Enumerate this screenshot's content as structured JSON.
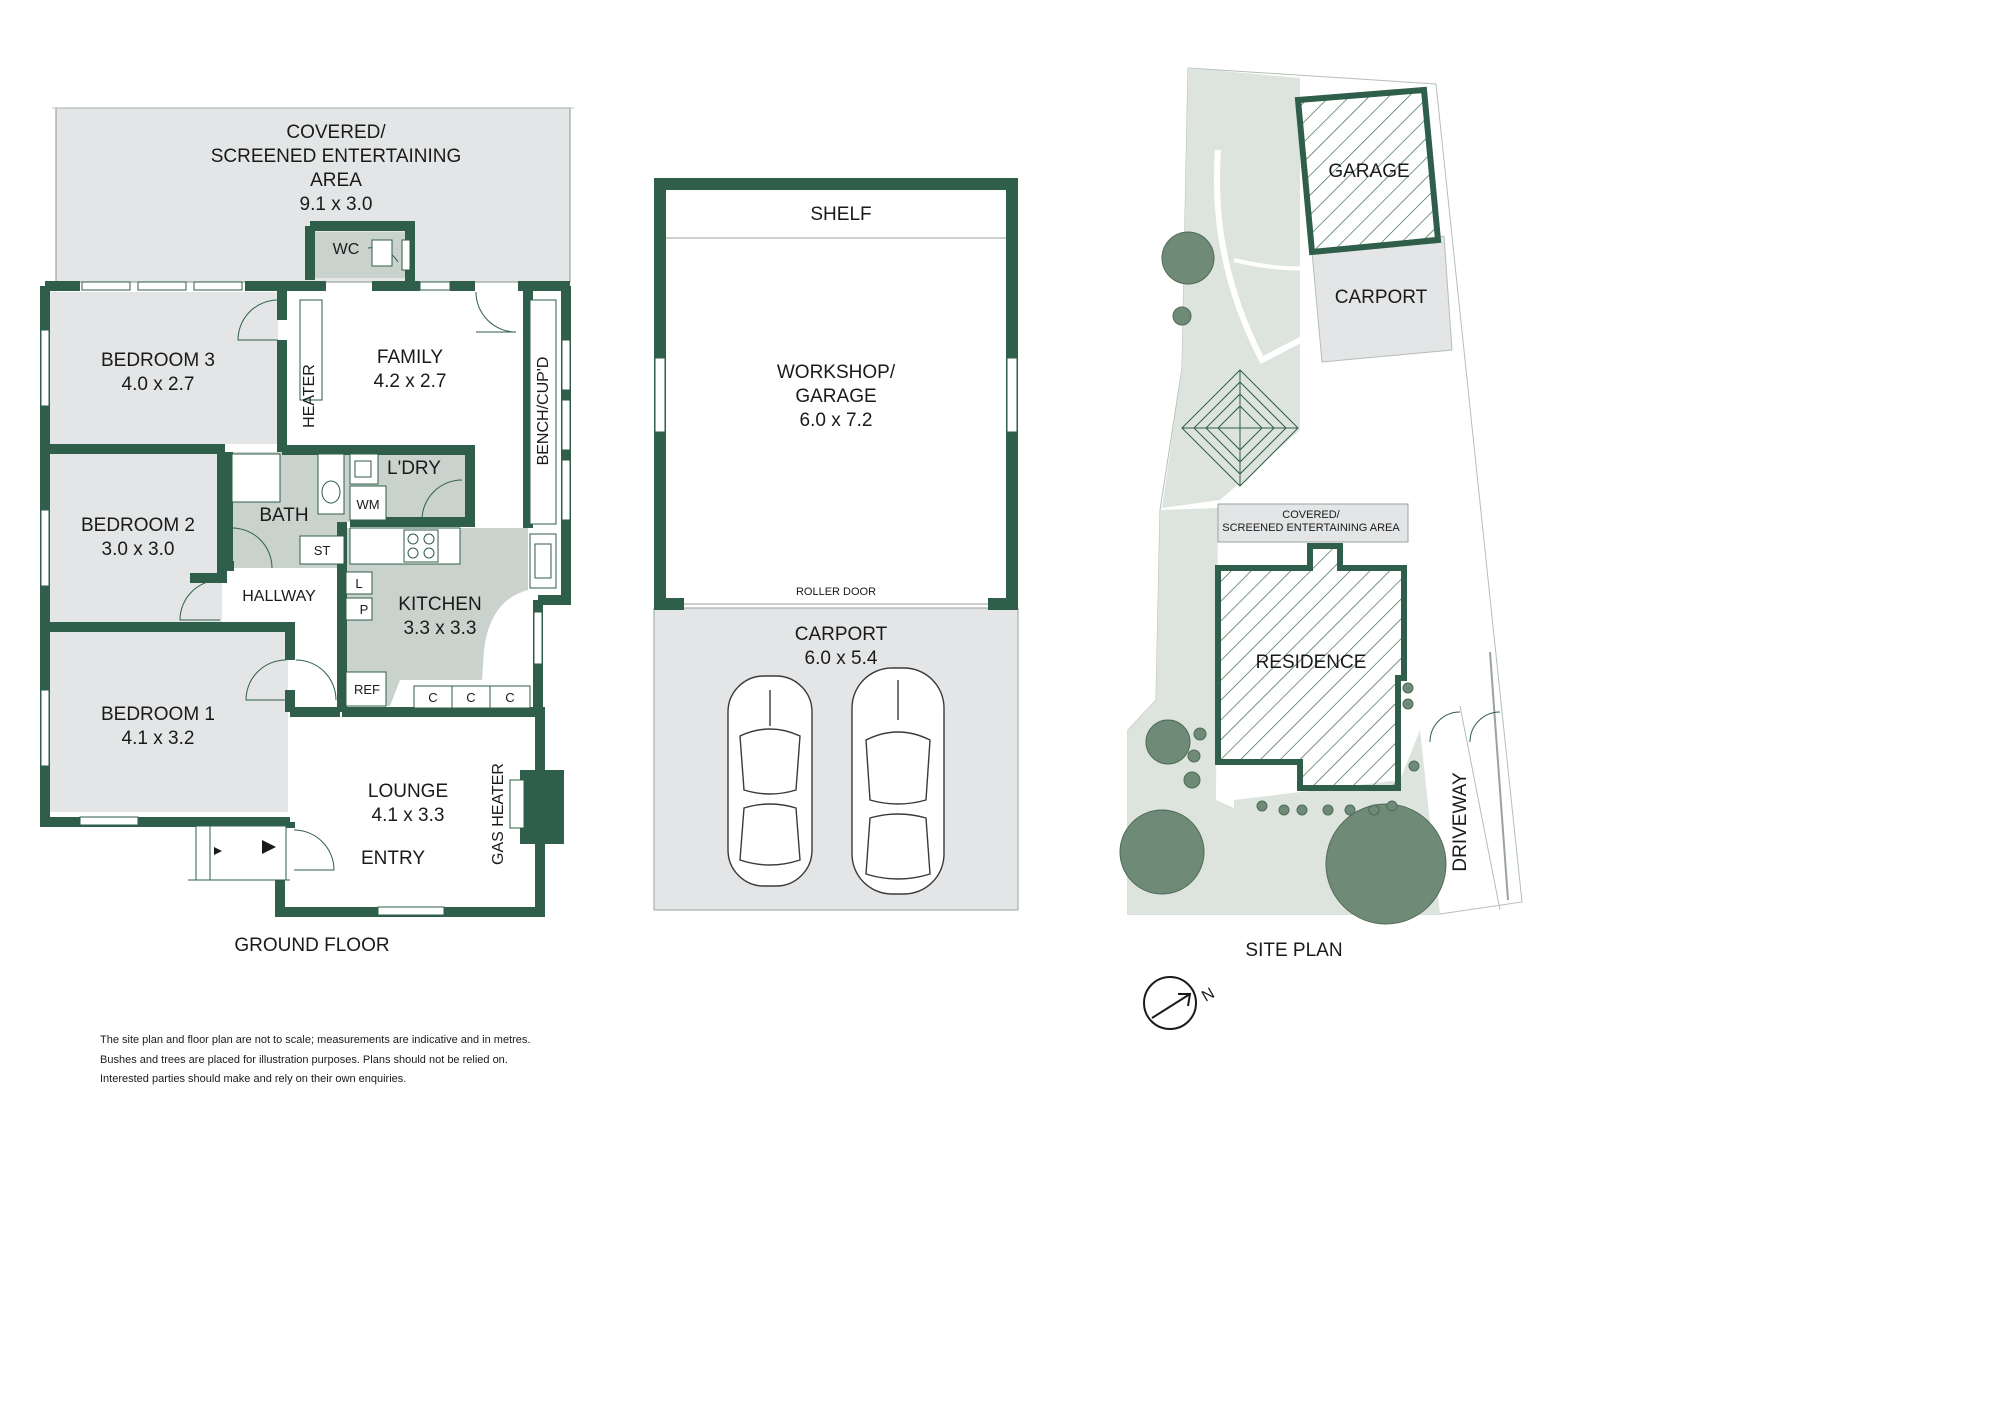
{
  "ground_floor": {
    "title": "GROUND FLOOR",
    "entertaining": {
      "l1": "COVERED/",
      "l2": "SCREENED ENTERTAINING",
      "l3": "AREA",
      "dims": "9.1 x 3.0"
    },
    "wc": "WC",
    "bedroom3": {
      "name": "BEDROOM 3",
      "dims": "4.0 x 2.7"
    },
    "family": {
      "name": "FAMILY",
      "dims": "4.2 x 2.7"
    },
    "heater": "HEATER",
    "bench": "BENCH/CUP'D",
    "bedroom2": {
      "name": "BEDROOM 2",
      "dims": "3.0 x 3.0"
    },
    "bath": "BATH",
    "laundry": "L'DRY",
    "wm": "WM",
    "st": "ST",
    "hallway": "HALLWAY",
    "l": "L",
    "p": "P",
    "kitchen": {
      "name": "KITCHEN",
      "dims": "3.3 x 3.3"
    },
    "ref": "REF",
    "cupboards": [
      "C",
      "C",
      "C"
    ],
    "bedroom1": {
      "name": "BEDROOM 1",
      "dims": "4.1 x 3.2"
    },
    "lounge": {
      "name": "LOUNGE",
      "dims": "4.1 x 3.3"
    },
    "entry": "ENTRY",
    "gas_heater": "GAS HEATER"
  },
  "outbuilding": {
    "shelf": "SHELF",
    "workshop": {
      "l1": "WORKSHOP/",
      "l2": "GARAGE",
      "dims": "6.0 x 7.2"
    },
    "roller_door": "ROLLER DOOR",
    "carport": {
      "name": "CARPORT",
      "dims": "6.0 x 5.4"
    }
  },
  "site_plan": {
    "title": "SITE PLAN",
    "garage": "GARAGE",
    "carport": "CARPORT",
    "entertaining_l1": "COVERED/",
    "entertaining_l2": "SCREENED ENTERTAINING AREA",
    "residence": "RESIDENCE",
    "driveway": "DRIVEWAY",
    "north": "N",
    "north_icon": "north-arrow-icon"
  },
  "disclaimer": [
    "The site plan and floor plan are not to scale; measurements are indicative and in metres.",
    "Bushes and trees are placed for illustration purposes. Plans should not be relied on.",
    "Interested parties should make and rely on their own enquiries."
  ],
  "colors": {
    "wall": "#2f5e4a",
    "room_fill": "#e3e5e6",
    "wet_fill": "#c9d2cc",
    "site_green": "#dde4de",
    "tree": "#6f8b78"
  }
}
